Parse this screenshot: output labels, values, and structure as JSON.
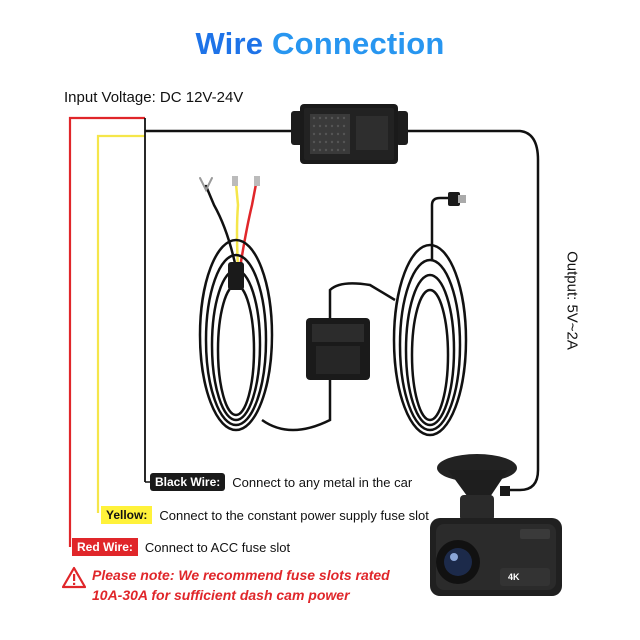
{
  "title": {
    "part1": "Wire",
    "part2": "Connection"
  },
  "input_voltage": "Input Voltage: DC 12V-24V",
  "output": "Output: 5V~2A",
  "black_wire": {
    "tag": "Black Wire:",
    "text": "Connect to any metal in the car"
  },
  "yellow_wire": {
    "tag": "Yellow:",
    "text": "Connect to the constant power supply fuse slot"
  },
  "red_wire": {
    "tag": "Red Wire:",
    "text": "Connect to ACC fuse slot"
  },
  "note": {
    "line1": "Please note: We recommend fuse slots rated",
    "line2": "10A-30A for sufficient dash cam power"
  },
  "camera_badge": "4K",
  "colors": {
    "title": "#1e73e8",
    "red_wire": "#e0262a",
    "yellow_wire": "#f5e64a",
    "cable": "#111111",
    "note": "#e0262a"
  }
}
